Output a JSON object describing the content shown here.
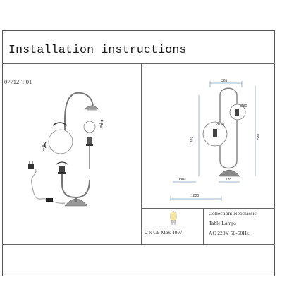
{
  "header": {
    "title": "Installation instructions"
  },
  "left_panel": {
    "model_code": "07712-T,01"
  },
  "drawing": {
    "dim_width_top": "365",
    "dim_shade_small": "Ø80",
    "dim_shade_large": "Ø150",
    "dim_height_inner": "470",
    "dim_height_total": "530",
    "dim_base_left": "Ø80",
    "dim_base_right": "135",
    "dim_cable": "1800"
  },
  "footer": {
    "bulb_spec": "2 x G9 Max 40W",
    "collection": "Collection: Neoclassic",
    "category": "Table Lamps",
    "power": "AC 220V   50-60Hz"
  },
  "colors": {
    "line": "#555555",
    "accent_blue": "#3a6ea5",
    "metal": "#777777"
  }
}
